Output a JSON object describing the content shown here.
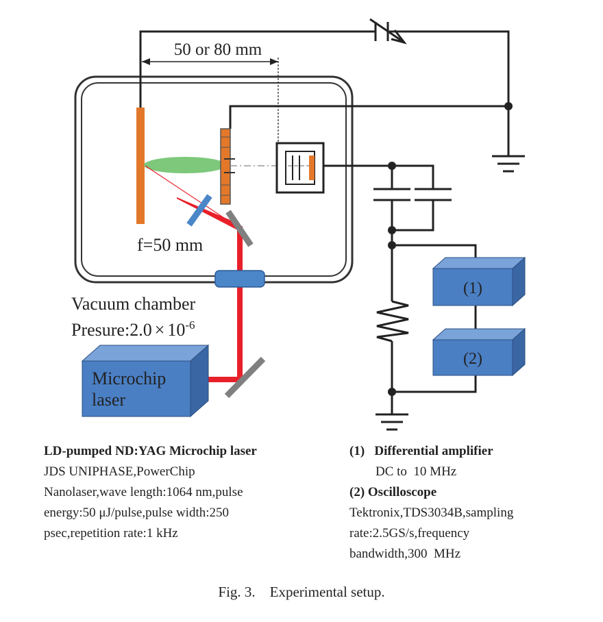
{
  "diagram": {
    "distance_label": "50 or 80 mm",
    "focal_label": "f=50 mm",
    "chamber_label": "Vacuum chamber",
    "pressure_label": "Presure:2.0",
    "pressure_times": "×",
    "pressure_base": "10",
    "pressure_exp": "-6",
    "laser_label_1": "Microchip",
    "laser_label_2": "laser",
    "box1_label": "(1)",
    "box2_label": "(2)",
    "colors": {
      "laser_beam": "#e8202a",
      "target": "#e3782a",
      "lens": "#7dc87a",
      "box": "#4a7fc4",
      "mirror": "#808080",
      "splitter": "#4a86c8",
      "window": "#4a86c8"
    }
  },
  "notes": {
    "laser": {
      "title": "LD-pumped ND:YAG Microchip laser",
      "lines": [
        "JDS UNIPHASE,PowerChip",
        "Nanolaser,wave length:1064 nm,pulse",
        "energy:50 μJ/pulse,pulse width:250",
        "psec,repetition rate:1 kHz"
      ]
    },
    "instruments": {
      "item1_title": "(1)   Differential amplifier",
      "item1_detail": "DC to  10 MHz",
      "item2_title": "(2) Oscilloscope",
      "item2_lines": [
        "Tektronix,TDS3034B,sampling",
        "rate:2.5GS/s,frequency",
        "bandwidth,300  MHz"
      ]
    }
  },
  "caption": "Fig. 3.    Experimental setup."
}
